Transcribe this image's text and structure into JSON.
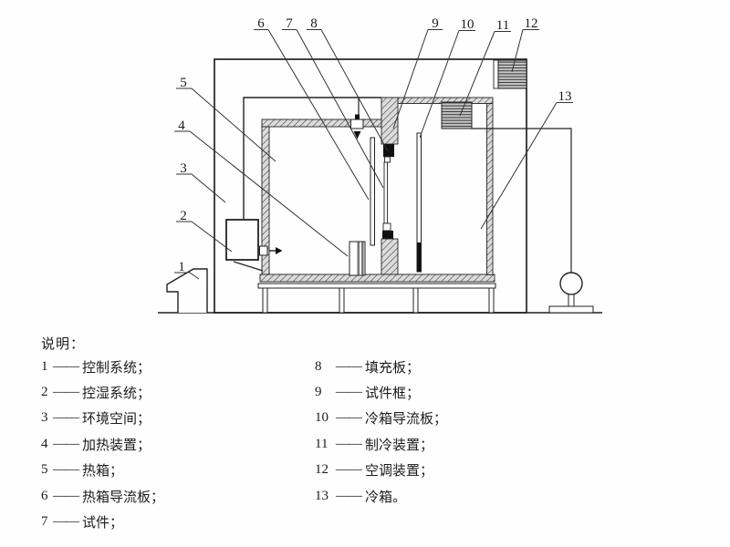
{
  "figure": {
    "type": "technical-diagram",
    "callouts": [
      "1",
      "2",
      "3",
      "4",
      "5",
      "6",
      "7",
      "8",
      "9",
      "10",
      "11",
      "12",
      "13"
    ]
  },
  "legend": {
    "title": "说明：",
    "separator": "——",
    "left": [
      {
        "num": "1",
        "term": "控制系统；"
      },
      {
        "num": "2",
        "term": "控湿系统；"
      },
      {
        "num": "3",
        "term": "环境空间；"
      },
      {
        "num": "4",
        "term": "加热装置；"
      },
      {
        "num": "5",
        "term": "热箱；"
      },
      {
        "num": "6",
        "term": "热箱导流板；"
      },
      {
        "num": "7",
        "term": "试件；"
      }
    ],
    "right": [
      {
        "num": "8",
        "term": "填充板；"
      },
      {
        "num": "9",
        "term": "试件框；"
      },
      {
        "num": "10",
        "term": "冷箱导流板；"
      },
      {
        "num": "11",
        "term": "制冷装置；"
      },
      {
        "num": "12",
        "term": "空调装置；"
      },
      {
        "num": "13",
        "term": "冷箱。"
      }
    ]
  },
  "colors": {
    "line": "#222222",
    "hatch_base": "#dcdcdc",
    "stripe_base": "#c9c9c9",
    "solid_block": "#111111",
    "background": "#fefefe"
  }
}
